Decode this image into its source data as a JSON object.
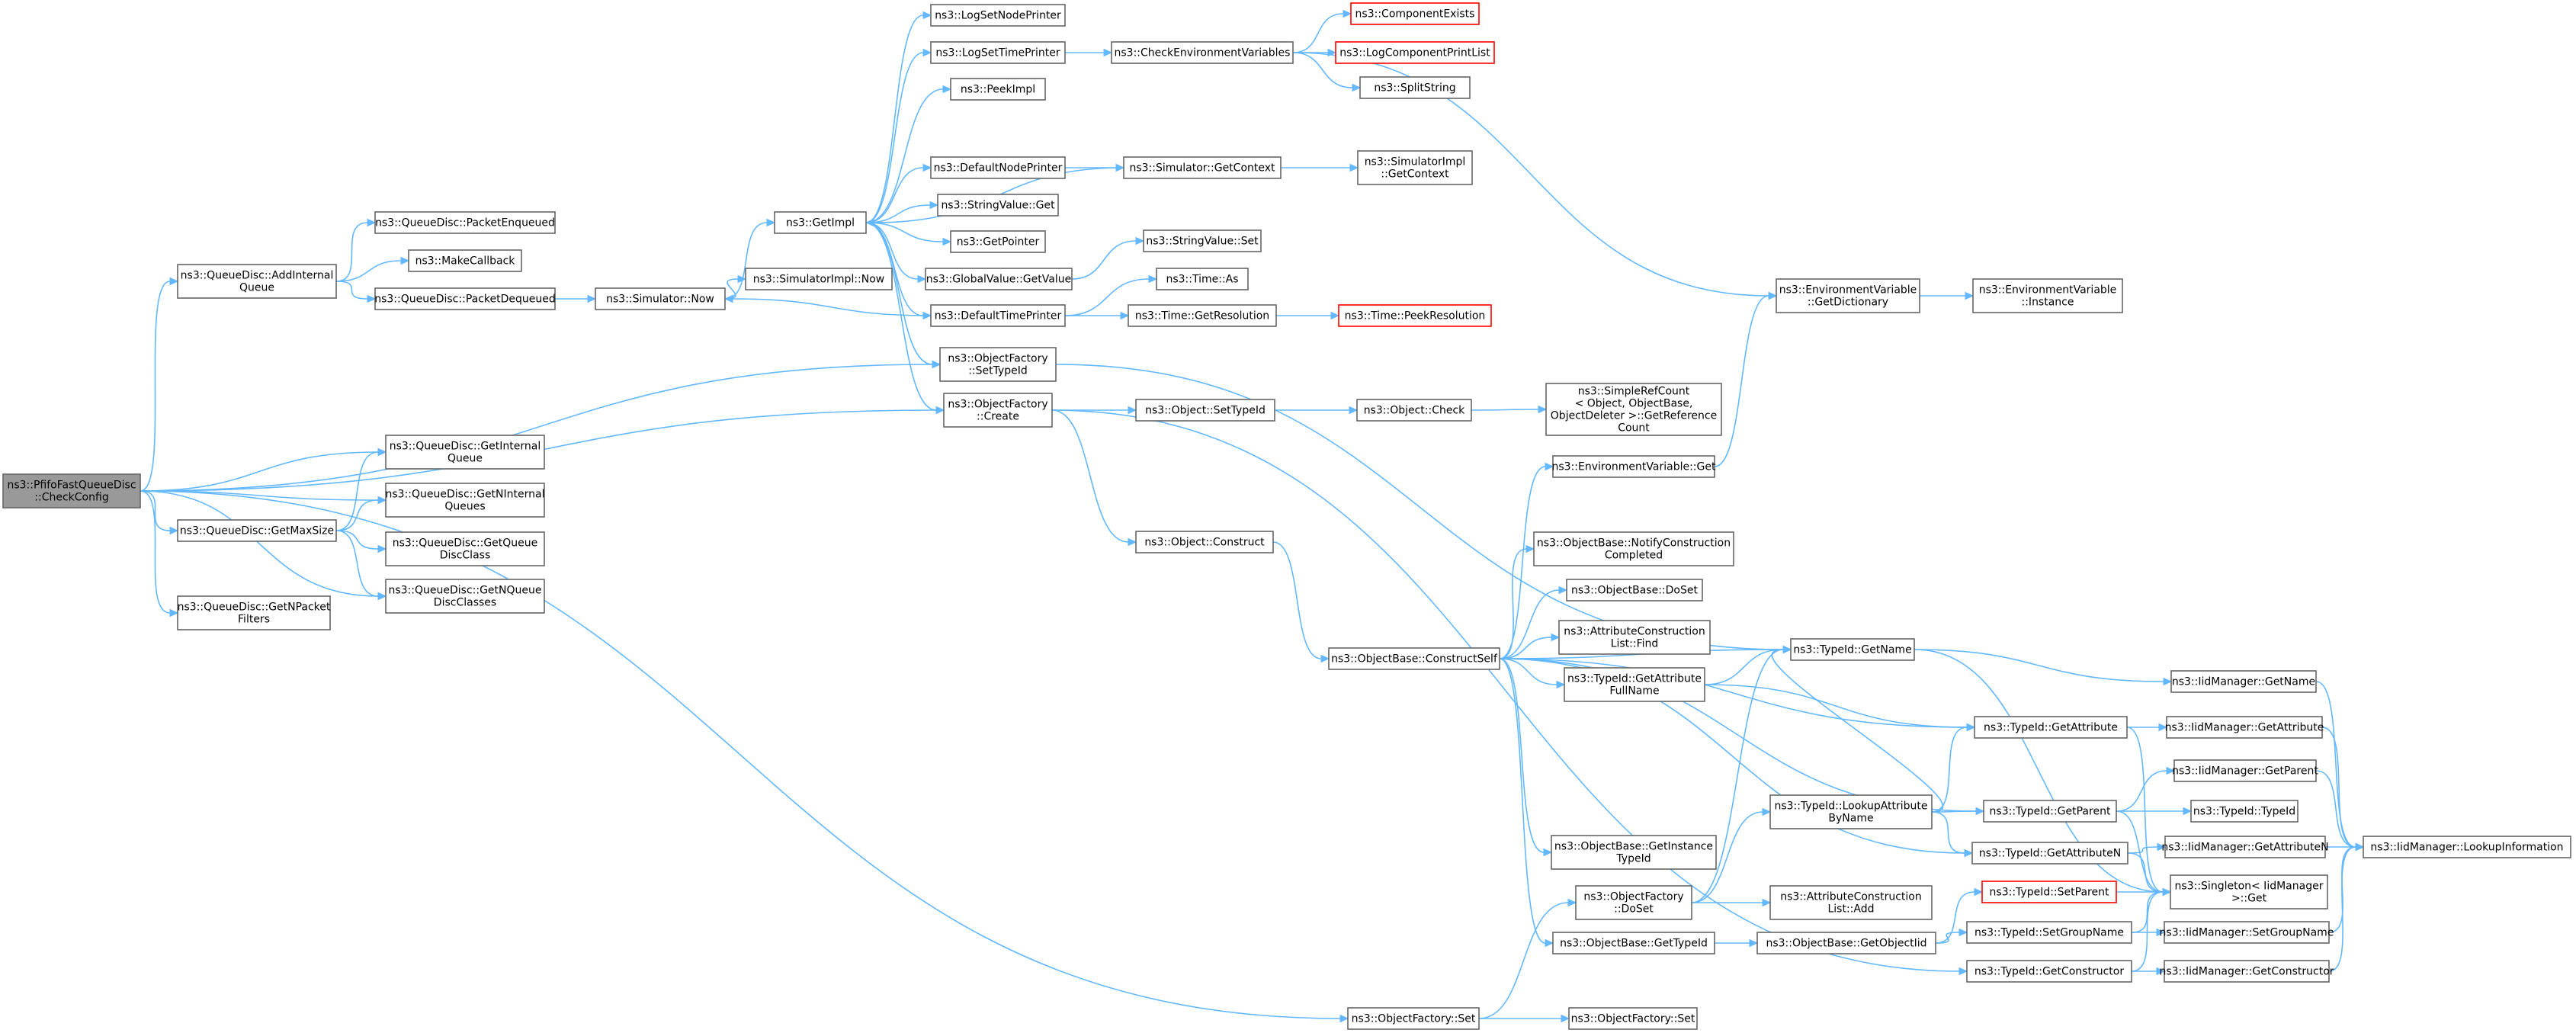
{
  "graph": {
    "colors": {
      "edge": "#63b8ff",
      "node_border": "#666666",
      "node_fill": "#ffffff",
      "root_fill": "#999999",
      "undocumented_border": "#ff0000"
    },
    "nodes": [
      {
        "id": "n0",
        "lines": [
          "ns3::PfifoFastQueueDisc",
          "::CheckConfig"
        ],
        "root": true,
        "interactable": false
      },
      {
        "id": "n1",
        "lines": [
          "ns3::QueueDisc::AddInternal",
          "Queue"
        ]
      },
      {
        "id": "n2",
        "lines": [
          "ns3::QueueDisc::PacketEnqueued"
        ]
      },
      {
        "id": "n3",
        "lines": [
          "ns3::MakeCallback"
        ]
      },
      {
        "id": "n4",
        "lines": [
          "ns3::QueueDisc::PacketDequeued"
        ]
      },
      {
        "id": "n5",
        "lines": [
          "ns3::Simulator::Now"
        ]
      },
      {
        "id": "n6",
        "lines": [
          "ns3::GetImpl"
        ]
      },
      {
        "id": "n7",
        "lines": [
          "ns3::LogSetNodePrinter"
        ]
      },
      {
        "id": "n8",
        "lines": [
          "ns3::LogSetTimePrinter"
        ]
      },
      {
        "id": "n9",
        "lines": [
          "ns3::CheckEnvironmentVariables"
        ]
      },
      {
        "id": "n10",
        "lines": [
          "ns3::ComponentExists"
        ],
        "red": true
      },
      {
        "id": "n11",
        "lines": [
          "ns3::LogComponentPrintList"
        ],
        "red": true
      },
      {
        "id": "n12",
        "lines": [
          "ns3::SplitString"
        ]
      },
      {
        "id": "n13",
        "lines": [
          "ns3::PeekImpl"
        ]
      },
      {
        "id": "n14",
        "lines": [
          "ns3::DefaultNodePrinter"
        ]
      },
      {
        "id": "n15",
        "lines": [
          "ns3::Simulator::GetContext"
        ]
      },
      {
        "id": "n16",
        "lines": [
          "ns3::SimulatorImpl",
          "::GetContext"
        ]
      },
      {
        "id": "n17",
        "lines": [
          "ns3::StringValue::Get"
        ]
      },
      {
        "id": "n18",
        "lines": [
          "ns3::GetPointer"
        ]
      },
      {
        "id": "n19",
        "lines": [
          "ns3::StringValue::Set"
        ]
      },
      {
        "id": "n20",
        "lines": [
          "ns3::SimulatorImpl::Now"
        ]
      },
      {
        "id": "n21",
        "lines": [
          "ns3::GlobalValue::GetValue"
        ]
      },
      {
        "id": "n22",
        "lines": [
          "ns3::Time::As"
        ]
      },
      {
        "id": "n23",
        "lines": [
          "ns3::DefaultTimePrinter"
        ]
      },
      {
        "id": "n24",
        "lines": [
          "ns3::Time::GetResolution"
        ]
      },
      {
        "id": "n25",
        "lines": [
          "ns3::Time::PeekResolution"
        ],
        "red": true
      },
      {
        "id": "n26",
        "lines": [
          "ns3::EnvironmentVariable",
          "::GetDictionary"
        ]
      },
      {
        "id": "n27",
        "lines": [
          "ns3::EnvironmentVariable",
          "::Instance"
        ]
      },
      {
        "id": "n28",
        "lines": [
          "ns3::ObjectFactory",
          "::SetTypeId"
        ]
      },
      {
        "id": "n29",
        "lines": [
          "ns3::ObjectFactory",
          "::Create"
        ]
      },
      {
        "id": "n30",
        "lines": [
          "ns3::Object::SetTypeId"
        ]
      },
      {
        "id": "n31",
        "lines": [
          "ns3::Object::Check"
        ]
      },
      {
        "id": "n32",
        "lines": [
          "ns3::SimpleRefCount",
          "< Object, ObjectBase,",
          "ObjectDeleter >::GetReference",
          "Count"
        ]
      },
      {
        "id": "n33",
        "lines": [
          "ns3::QueueDisc::GetInternal",
          "Queue"
        ]
      },
      {
        "id": "n34",
        "lines": [
          "ns3::QueueDisc::GetNInternal",
          "Queues"
        ]
      },
      {
        "id": "n35",
        "lines": [
          "ns3::QueueDisc::GetMaxSize"
        ]
      },
      {
        "id": "n36",
        "lines": [
          "ns3::QueueDisc::GetQueue",
          "DiscClass"
        ]
      },
      {
        "id": "n37",
        "lines": [
          "ns3::QueueDisc::GetNQueue",
          "DiscClasses"
        ]
      },
      {
        "id": "n38",
        "lines": [
          "ns3::QueueDisc::GetNPacket",
          "Filters"
        ]
      },
      {
        "id": "n39",
        "lines": [
          "ns3::EnvironmentVariable::Get"
        ]
      },
      {
        "id": "n40",
        "lines": [
          "ns3::Object::Construct"
        ]
      },
      {
        "id": "n41",
        "lines": [
          "ns3::ObjectBase::NotifyConstruction",
          "Completed"
        ]
      },
      {
        "id": "n42",
        "lines": [
          "ns3::ObjectBase::DoSet"
        ]
      },
      {
        "id": "n43",
        "lines": [
          "ns3::AttributeConstruction",
          "List::Find"
        ]
      },
      {
        "id": "n44",
        "lines": [
          "ns3::ObjectBase::ConstructSelf"
        ]
      },
      {
        "id": "n45",
        "lines": [
          "ns3::TypeId::GetAttribute",
          "FullName"
        ]
      },
      {
        "id": "n46",
        "lines": [
          "ns3::TypeId::GetName"
        ]
      },
      {
        "id": "n47",
        "lines": [
          "ns3::IidManager::GetName"
        ]
      },
      {
        "id": "n48",
        "lines": [
          "ns3::TypeId::GetAttribute"
        ]
      },
      {
        "id": "n49",
        "lines": [
          "ns3::IidManager::GetAttribute"
        ]
      },
      {
        "id": "n50",
        "lines": [
          "ns3::IidManager::GetParent"
        ]
      },
      {
        "id": "n51",
        "lines": [
          "ns3::TypeId::LookupAttribute",
          "ByName"
        ]
      },
      {
        "id": "n52",
        "lines": [
          "ns3::TypeId::GetParent"
        ]
      },
      {
        "id": "n53",
        "lines": [
          "ns3::TypeId::TypeId"
        ]
      },
      {
        "id": "n54",
        "lines": [
          "ns3::IidManager::LookupInformation"
        ]
      },
      {
        "id": "n55",
        "lines": [
          "ns3::IidManager::GetAttributeN"
        ]
      },
      {
        "id": "n56",
        "lines": [
          "ns3::TypeId::GetAttributeN"
        ]
      },
      {
        "id": "n57",
        "lines": [
          "ns3::ObjectBase::GetInstance",
          "TypeId"
        ]
      },
      {
        "id": "n58",
        "lines": [
          "ns3::Singleton< IidManager",
          ">::Get"
        ]
      },
      {
        "id": "n59",
        "lines": [
          "ns3::TypeId::SetParent"
        ],
        "red": true
      },
      {
        "id": "n60",
        "lines": [
          "ns3::ObjectFactory",
          "::DoSet"
        ]
      },
      {
        "id": "n61",
        "lines": [
          "ns3::AttributeConstruction",
          "List::Add"
        ]
      },
      {
        "id": "n62",
        "lines": [
          "ns3::ObjectBase::GetTypeId"
        ]
      },
      {
        "id": "n63",
        "lines": [
          "ns3::ObjectBase::GetObjectIid"
        ]
      },
      {
        "id": "n64",
        "lines": [
          "ns3::TypeId::SetGroupName"
        ]
      },
      {
        "id": "n65",
        "lines": [
          "ns3::IidManager::SetGroupName"
        ]
      },
      {
        "id": "n66",
        "lines": [
          "ns3::TypeId::GetConstructor"
        ]
      },
      {
        "id": "n67",
        "lines": [
          "ns3::IidManager::GetConstructor"
        ]
      },
      {
        "id": "n68",
        "lines": [
          "ns3::ObjectFactory::Set"
        ]
      },
      {
        "id": "n69",
        "lines": [
          "ns3::ObjectFactory::Set"
        ]
      }
    ],
    "edges": [
      [
        "n0",
        "n1"
      ],
      [
        "n0",
        "n28"
      ],
      [
        "n0",
        "n29"
      ],
      [
        "n0",
        "n33"
      ],
      [
        "n0",
        "n34"
      ],
      [
        "n0",
        "n35"
      ],
      [
        "n0",
        "n37"
      ],
      [
        "n0",
        "n38"
      ],
      [
        "n0",
        "n68"
      ],
      [
        "n1",
        "n2"
      ],
      [
        "n1",
        "n3"
      ],
      [
        "n1",
        "n4"
      ],
      [
        "n4",
        "n5"
      ],
      [
        "n5",
        "n6"
      ],
      [
        "n5",
        "n20"
      ],
      [
        "n6",
        "n7"
      ],
      [
        "n6",
        "n8"
      ],
      [
        "n6",
        "n13"
      ],
      [
        "n6",
        "n14"
      ],
      [
        "n6",
        "n17"
      ],
      [
        "n6",
        "n18"
      ],
      [
        "n6",
        "n21"
      ],
      [
        "n6",
        "n23"
      ],
      [
        "n6",
        "n28"
      ],
      [
        "n6",
        "n29"
      ],
      [
        "n8",
        "n9"
      ],
      [
        "n9",
        "n10"
      ],
      [
        "n9",
        "n11"
      ],
      [
        "n9",
        "n12"
      ],
      [
        "n9",
        "n26"
      ],
      [
        "n14",
        "n15"
      ],
      [
        "n15",
        "n16"
      ],
      [
        "n15",
        "n6"
      ],
      [
        "n21",
        "n19"
      ],
      [
        "n23",
        "n22"
      ],
      [
        "n23",
        "n24"
      ],
      [
        "n23",
        "n5"
      ],
      [
        "n24",
        "n25"
      ],
      [
        "n26",
        "n27"
      ],
      [
        "n28",
        "n46"
      ],
      [
        "n29",
        "n30"
      ],
      [
        "n29",
        "n40"
      ],
      [
        "n29",
        "n66"
      ],
      [
        "n30",
        "n31"
      ],
      [
        "n31",
        "n32"
      ],
      [
        "n35",
        "n33"
      ],
      [
        "n35",
        "n34"
      ],
      [
        "n35",
        "n36"
      ],
      [
        "n35",
        "n37"
      ],
      [
        "n39",
        "n26"
      ],
      [
        "n40",
        "n44"
      ],
      [
        "n44",
        "n39"
      ],
      [
        "n44",
        "n41"
      ],
      [
        "n44",
        "n42"
      ],
      [
        "n44",
        "n43"
      ],
      [
        "n44",
        "n45"
      ],
      [
        "n44",
        "n46"
      ],
      [
        "n44",
        "n48"
      ],
      [
        "n44",
        "n52"
      ],
      [
        "n44",
        "n56"
      ],
      [
        "n44",
        "n57"
      ],
      [
        "n44",
        "n62"
      ],
      [
        "n45",
        "n46"
      ],
      [
        "n45",
        "n48"
      ],
      [
        "n46",
        "n47"
      ],
      [
        "n46",
        "n58"
      ],
      [
        "n47",
        "n54"
      ],
      [
        "n48",
        "n49"
      ],
      [
        "n48",
        "n58"
      ],
      [
        "n49",
        "n54"
      ],
      [
        "n50",
        "n54"
      ],
      [
        "n51",
        "n46"
      ],
      [
        "n51",
        "n48"
      ],
      [
        "n51",
        "n52"
      ],
      [
        "n51",
        "n56"
      ],
      [
        "n52",
        "n50"
      ],
      [
        "n52",
        "n53"
      ],
      [
        "n52",
        "n58"
      ],
      [
        "n55",
        "n54"
      ],
      [
        "n56",
        "n55"
      ],
      [
        "n56",
        "n58"
      ],
      [
        "n59",
        "n58"
      ],
      [
        "n60",
        "n51"
      ],
      [
        "n60",
        "n61"
      ],
      [
        "n60",
        "n46"
      ],
      [
        "n62",
        "n63"
      ],
      [
        "n63",
        "n59"
      ],
      [
        "n63",
        "n64"
      ],
      [
        "n64",
        "n65"
      ],
      [
        "n64",
        "n58"
      ],
      [
        "n65",
        "n54"
      ],
      [
        "n66",
        "n67"
      ],
      [
        "n66",
        "n58"
      ],
      [
        "n67",
        "n54"
      ],
      [
        "n68",
        "n60"
      ],
      [
        "n68",
        "n69"
      ]
    ]
  }
}
